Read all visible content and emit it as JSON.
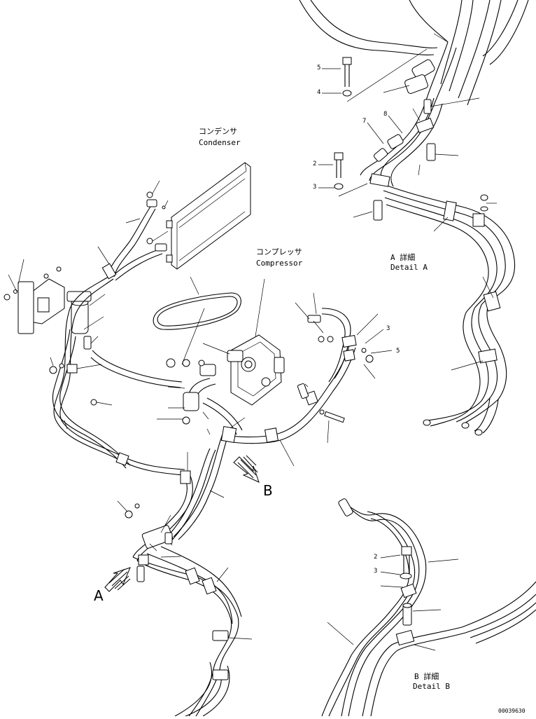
{
  "labels": {
    "condenser_jp": "コンデンサ",
    "condenser_en": "Condenser",
    "compressor_jp": "コンプレッサ",
    "compressor_en": "Compressor",
    "detail_a_jp": "A 詳細",
    "detail_a_en": "Detail A",
    "detail_b_jp": "B 詳細",
    "detail_b_en": "Detail B",
    "view_a": "A",
    "view_b": "B",
    "drawing_code": "00039630"
  },
  "part_numbers": {
    "top_bolt": "5",
    "washer_a": "4",
    "bolt_2": "2",
    "washer_3": "3",
    "clamp_7": "7",
    "clamp_8": "8",
    "comp_5": "5",
    "comp_3": "3",
    "det_b_2": "2",
    "det_b_3": "3"
  }
}
